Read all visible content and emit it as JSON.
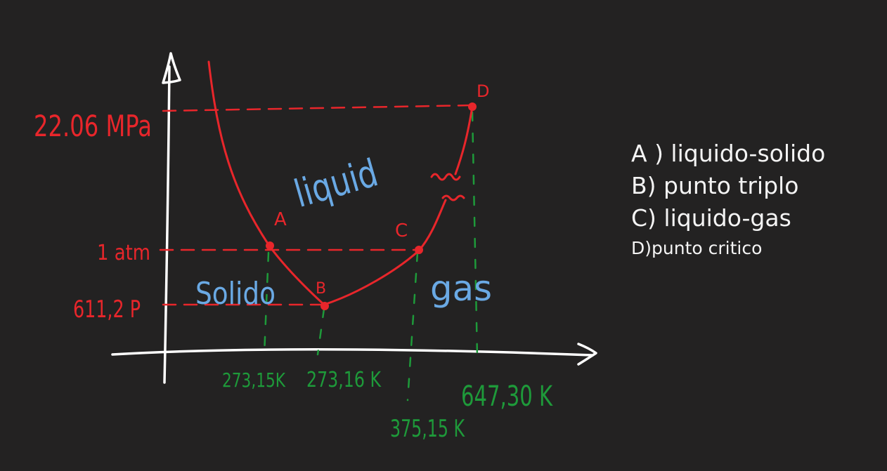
{
  "colors": {
    "background": "#232222",
    "axes": "#ffffff",
    "curve": "#e8262b",
    "temperature": "#1e9a3a",
    "region": "#6aa9e4",
    "legend": "#f4f4f4"
  },
  "pressure_labels": {
    "critical": "22.06 MPa",
    "atm": "1 atm",
    "triple": "611,2 P"
  },
  "temperature_labels": {
    "melting": "273,15K",
    "triple": "273,16 K",
    "boiling": "375,15 K",
    "critical": "647,30 K"
  },
  "regions": {
    "liquid": "liquid",
    "solid": "Solido",
    "gas": "gas"
  },
  "points": {
    "a": "A",
    "b": "B",
    "c": "C",
    "d": "D"
  },
  "legend": [
    "A ) liquido-solido",
    "B) punto triplo",
    "C) liquido-gas",
    "D)punto critico"
  ]
}
